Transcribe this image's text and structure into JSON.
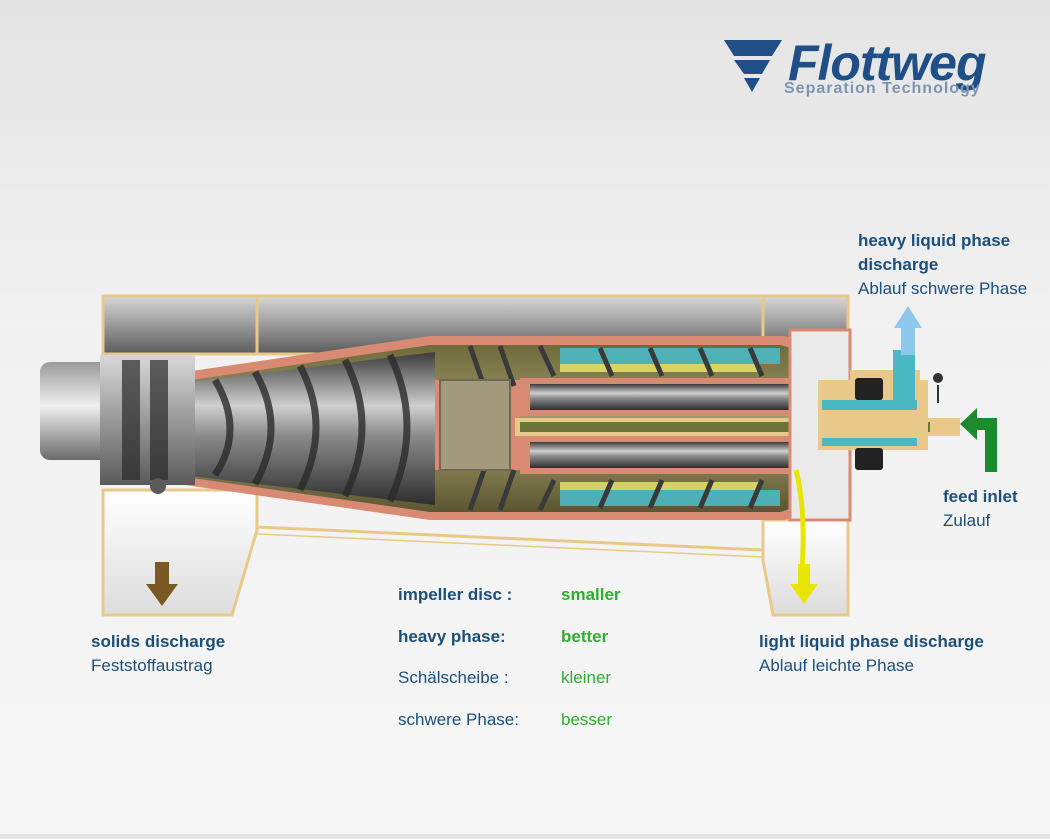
{
  "logo": {
    "brand": "Flottweg",
    "tagline": "Separation Technology"
  },
  "labels": {
    "heavy_title": "heavy liquid phase",
    "heavy_title2": "discharge",
    "heavy_de": "Ablauf schwere Phase",
    "feed_title": "feed inlet",
    "feed_de": "Zulauf",
    "solids_title": "solids discharge",
    "solids_de": "Feststoffaustrag",
    "light_title": "light liquid phase discharge",
    "light_de": "Ablauf leichte Phase"
  },
  "notes": {
    "impeller_label": "impeller disc :",
    "impeller_value": "smaller",
    "heavy_label": "heavy phase:",
    "heavy_value": "better",
    "impeller_label_de": "Schälscheibe  :",
    "impeller_value_de": "kleiner",
    "heavy_label_de": "schwere Phase:",
    "heavy_value_de": "besser"
  },
  "colors": {
    "heavy_arrow": "#8ec8ec",
    "feed_arrow": "#1e8a2e",
    "solids_arrow": "#7a5a22",
    "light_arrow": "#e8e600",
    "bowl_wall": "#d98a72",
    "frame": "#e8c98a"
  }
}
